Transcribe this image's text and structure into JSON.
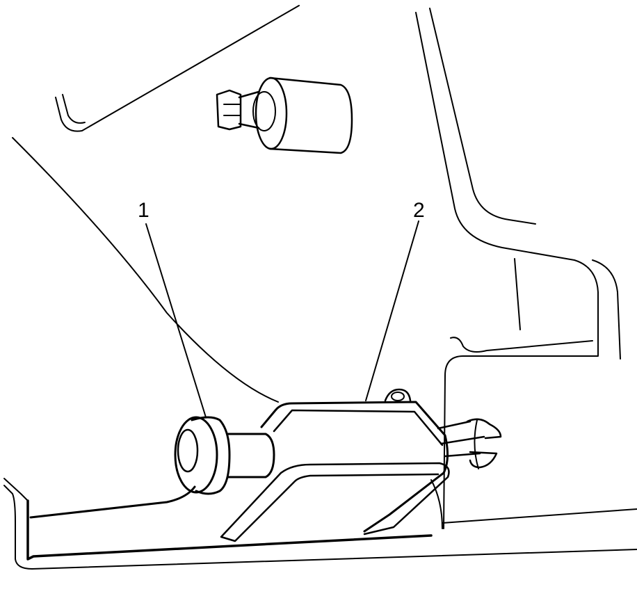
{
  "diagram": {
    "callouts": [
      {
        "label": "1",
        "part": "knob"
      },
      {
        "label": "2",
        "part": "release-lever"
      }
    ],
    "colors": {
      "ink": "#000000",
      "paper": "#ffffff"
    }
  }
}
